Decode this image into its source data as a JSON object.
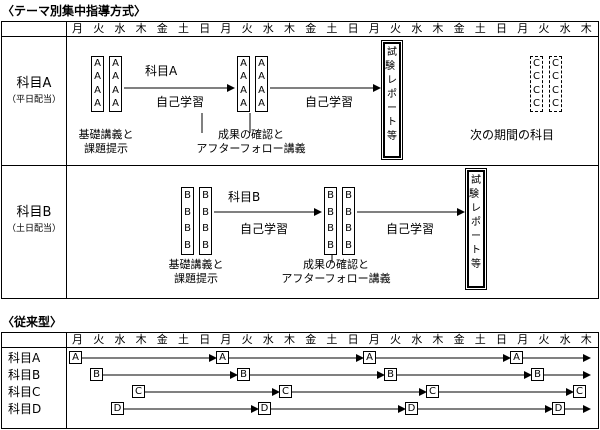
{
  "title_theme": "〈テーマ別集中指導方式〉",
  "title_conv": "〈従来型〉",
  "days": [
    "月",
    "火",
    "水",
    "木",
    "金",
    "土",
    "日",
    "月",
    "火",
    "水",
    "木",
    "金",
    "土",
    "日",
    "月",
    "火",
    "水",
    "木",
    "金",
    "土",
    "日",
    "月",
    "火",
    "水",
    "木"
  ],
  "rowA": {
    "name": "科目A",
    "sub": "（平日配当）",
    "letterA": "A",
    "letterC": "C",
    "subject_label": "科目A",
    "self_study": "自己学習",
    "cap1_line1": "基礎講義と",
    "cap1_line2": "課題提示",
    "cap2_line1": "成果の確認と",
    "cap2_line2": "アフターフォロー講義",
    "exam": "試験・レポート等",
    "next": "次の期間の科目"
  },
  "rowB": {
    "name": "科目B",
    "sub": "（土日配当）",
    "letterB": "B",
    "subject_label": "科目B",
    "self_study": "自己学習",
    "cap1_line1": "基礎講義と",
    "cap1_line2": "課題提示",
    "cap2_line1": "成果の確認と",
    "cap2_line2": "アフターフォロー講義",
    "exam": "試験・レポート等"
  },
  "conv_subjects": [
    {
      "name": "科目A",
      "letter": "A"
    },
    {
      "name": "科目B",
      "letter": "B"
    },
    {
      "name": "科目C",
      "letter": "C"
    },
    {
      "name": "科目D",
      "letter": "D"
    }
  ]
}
